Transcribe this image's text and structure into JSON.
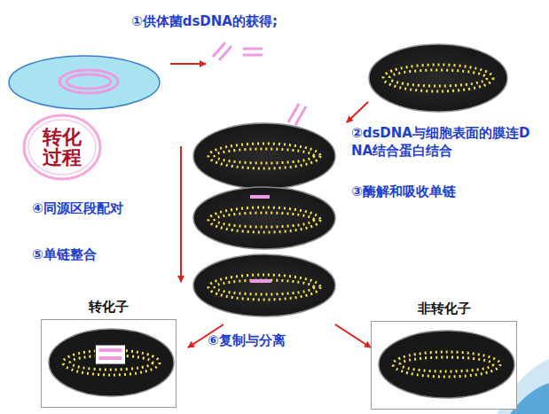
{
  "diagram": {
    "nodes": [
      {
        "text": [
          "转化 过程"
        ]
      },
      {
        "text": [
          "转化子"
        ]
      },
      {
        "text": [
          "非转化子"
        ]
      }
    ],
    "labels": [
      "①供体菌dsDNA的获得;",
      "②dsDNA与细胞表面的膜连DNA结合蛋白结合",
      "③酶解和吸收单链",
      "④同源区段配对",
      "⑤单链整合",
      "⑥复制与分离"
    ]
  }
}
